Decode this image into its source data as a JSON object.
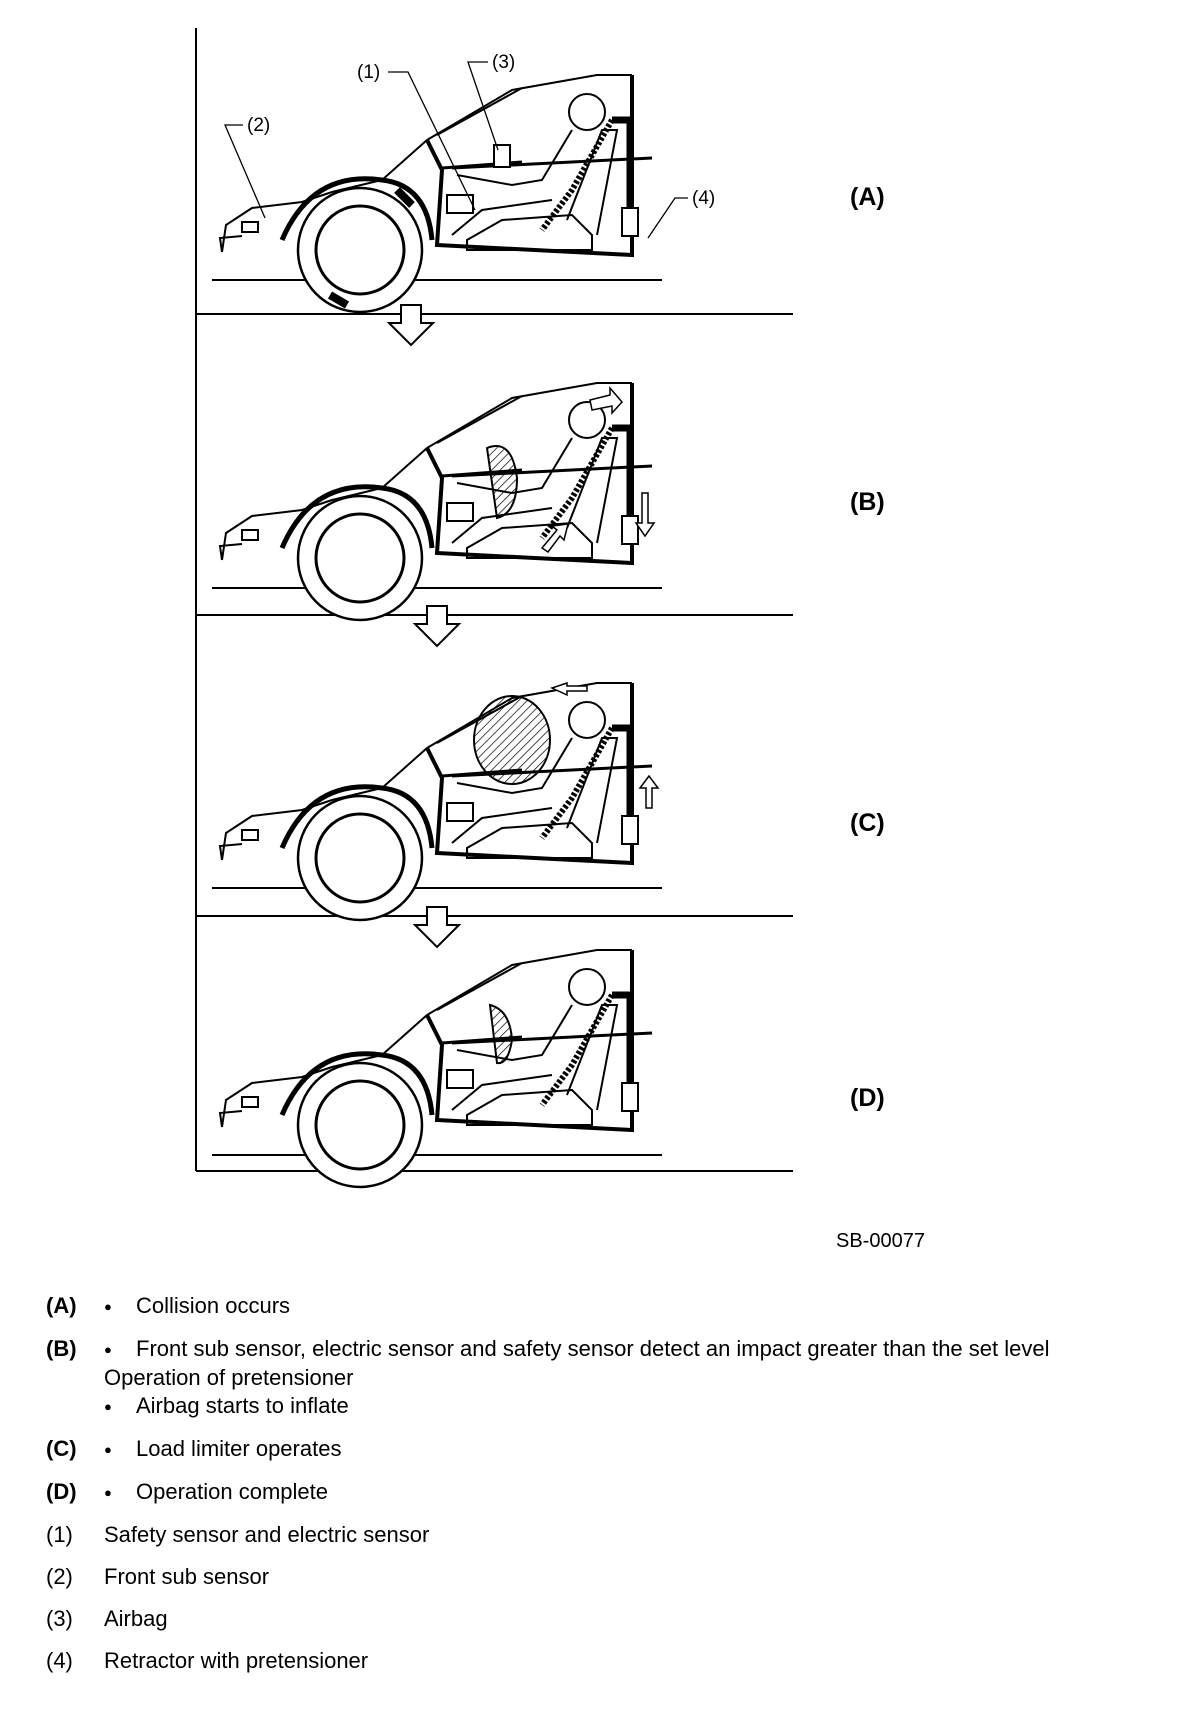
{
  "figure": {
    "figure_id": "SB-00077",
    "stage_labels": [
      "(A)",
      "(B)",
      "(C)",
      "(D)"
    ],
    "part_callouts": [
      "(1)",
      "(2)",
      "(3)",
      "(4)"
    ]
  },
  "legend": {
    "A": {
      "key": "(A)",
      "items": [
        "Collision occurs"
      ]
    },
    "B": {
      "key": "(B)",
      "item1": "Front sub sensor, electric sensor and safety sensor detect an impact greater than the set level",
      "continuation": "Operation of pretensioner",
      "item2": "Airbag starts to inflate"
    },
    "C": {
      "key": "(C)",
      "items": [
        "Load limiter operates"
      ]
    },
    "D": {
      "key": "(D)",
      "items": [
        "Operation complete"
      ]
    },
    "parts": [
      {
        "key": "(1)",
        "label": "Safety sensor and electric sensor"
      },
      {
        "key": "(2)",
        "label": "Front sub sensor"
      },
      {
        "key": "(3)",
        "label": "Airbag"
      },
      {
        "key": "(4)",
        "label": "Retractor with pretensioner"
      }
    ]
  }
}
